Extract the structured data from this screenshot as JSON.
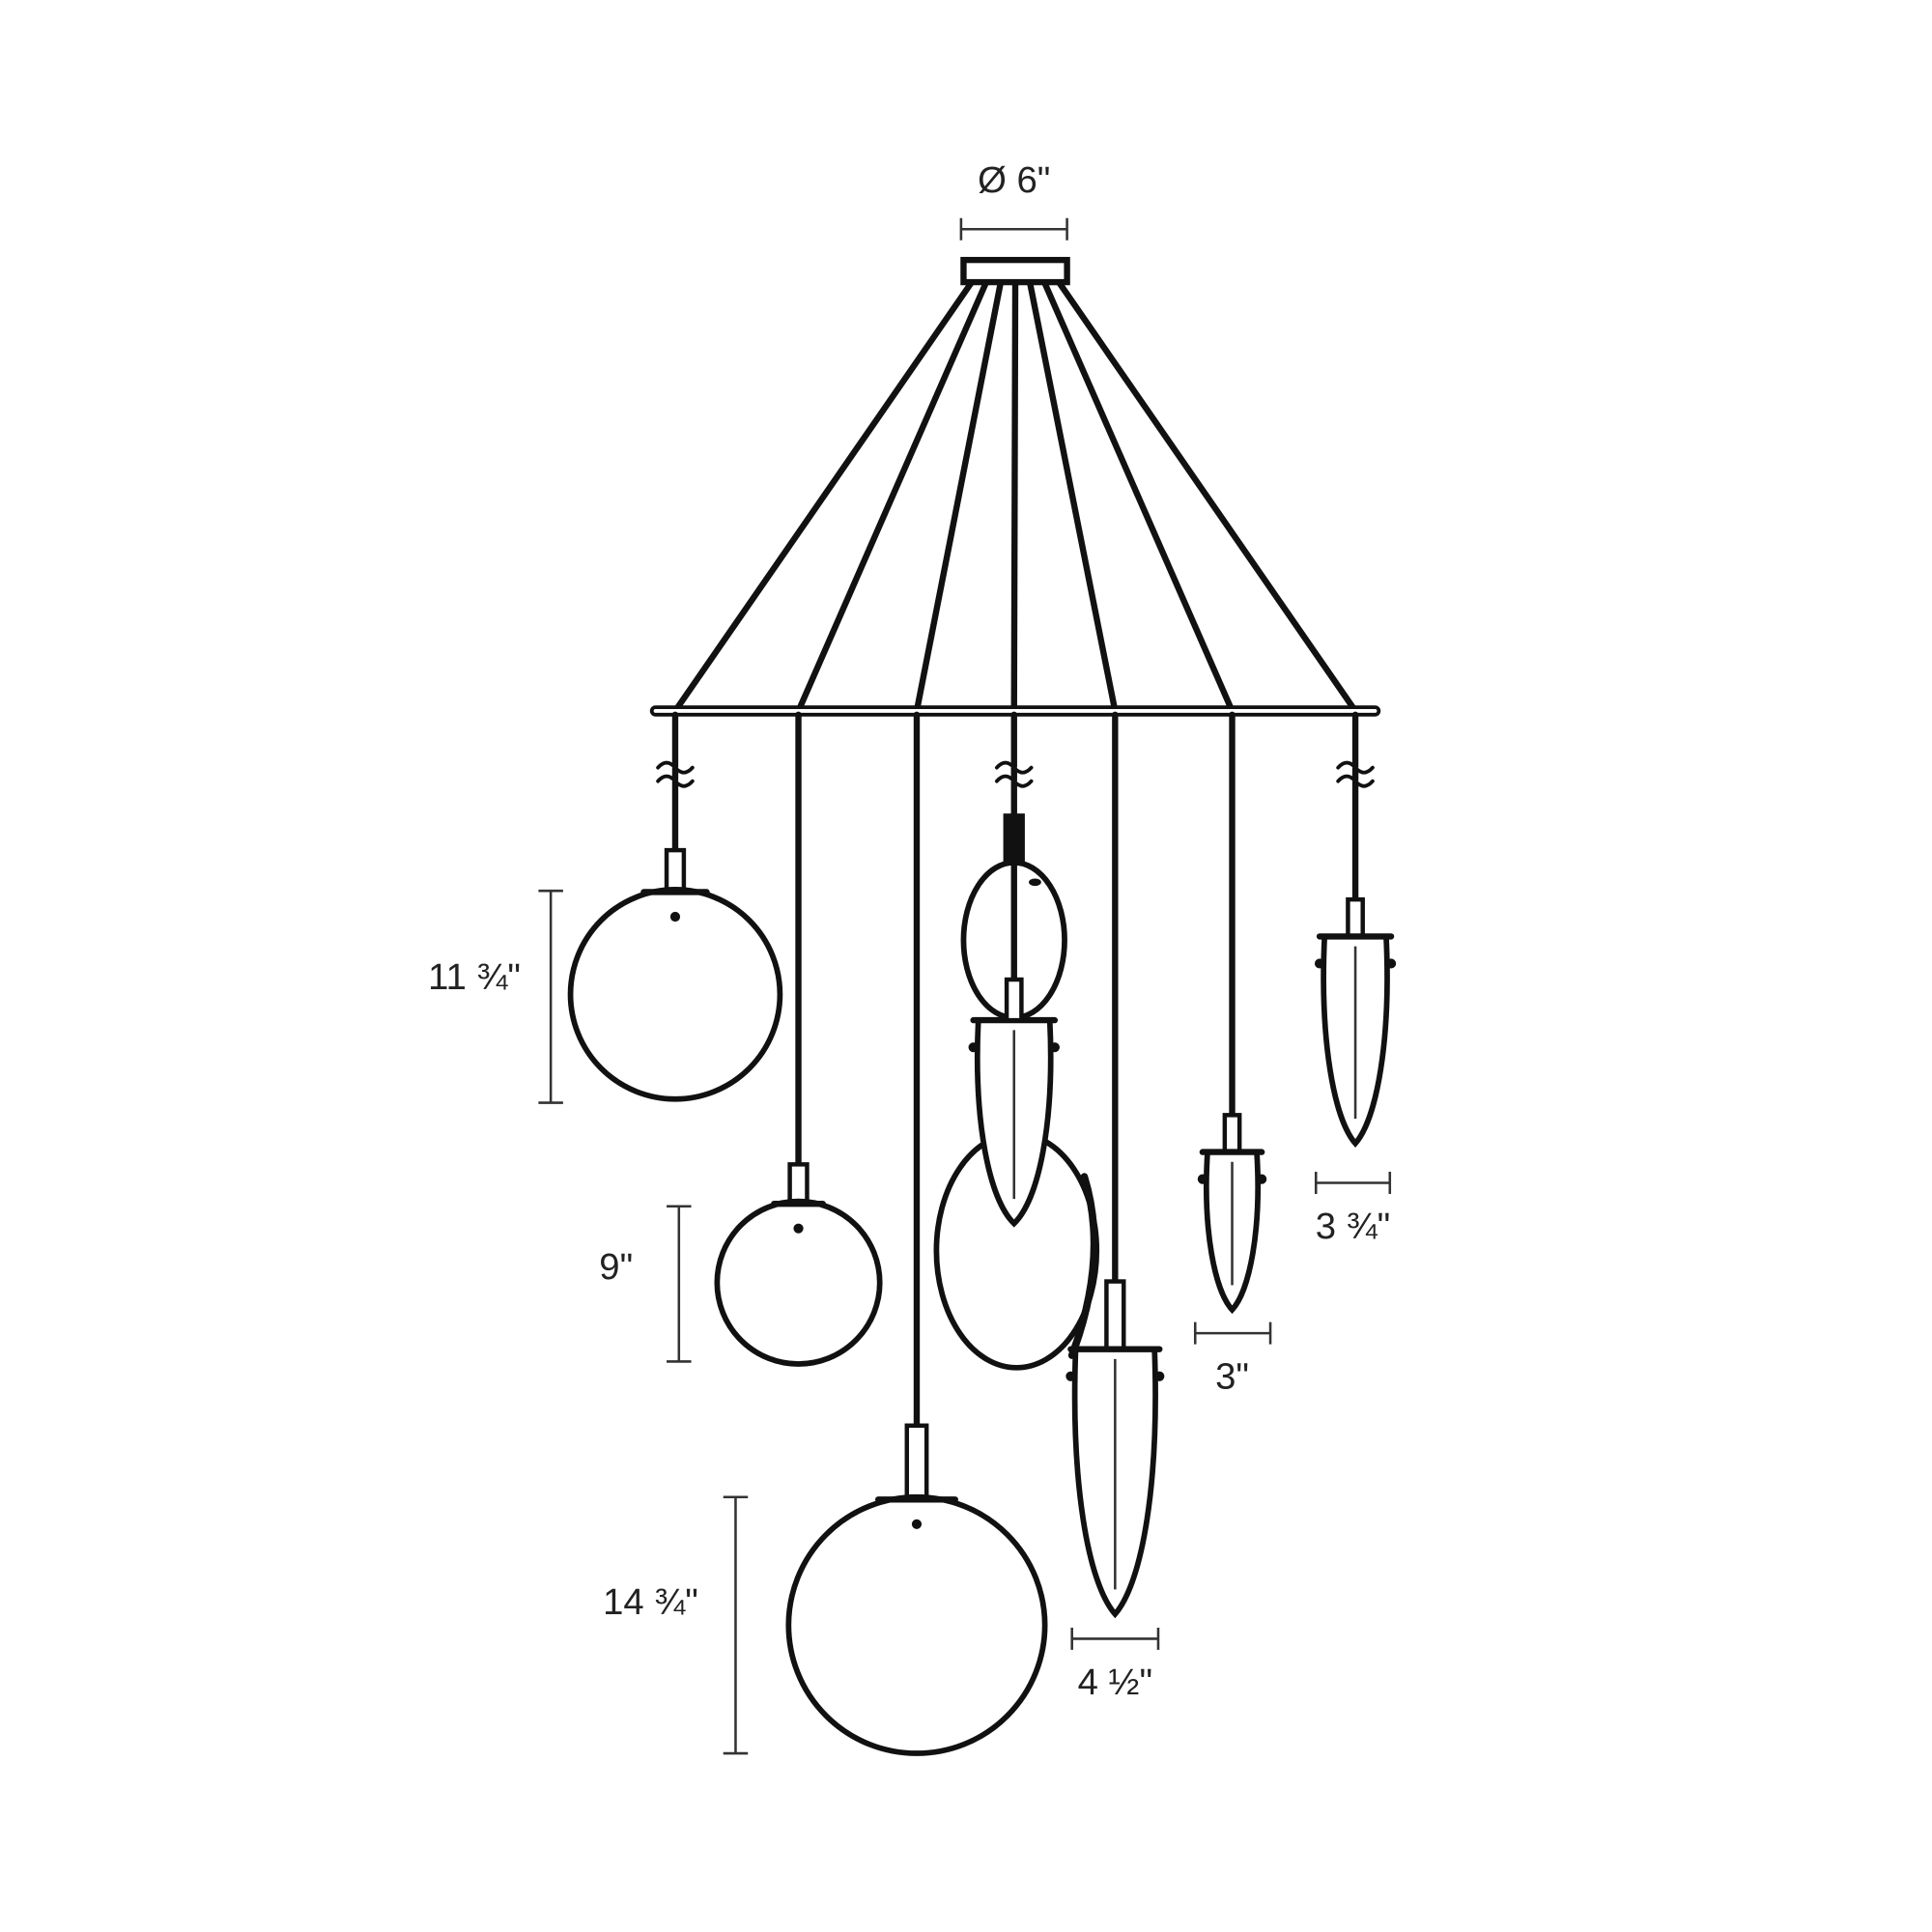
{
  "title": "Chandelier dimension diagram",
  "dimensions": {
    "canopy_diameter": "Ø 6\"",
    "globe_large": "14 ¾\"",
    "globe_medium": "11 ¾\"",
    "globe_small": "9\"",
    "drop_large": "4 ½\"",
    "drop_medium": "3 ¾\"",
    "drop_small": "3\""
  },
  "colors": {
    "line": "#111111",
    "background": "#ffffff"
  }
}
